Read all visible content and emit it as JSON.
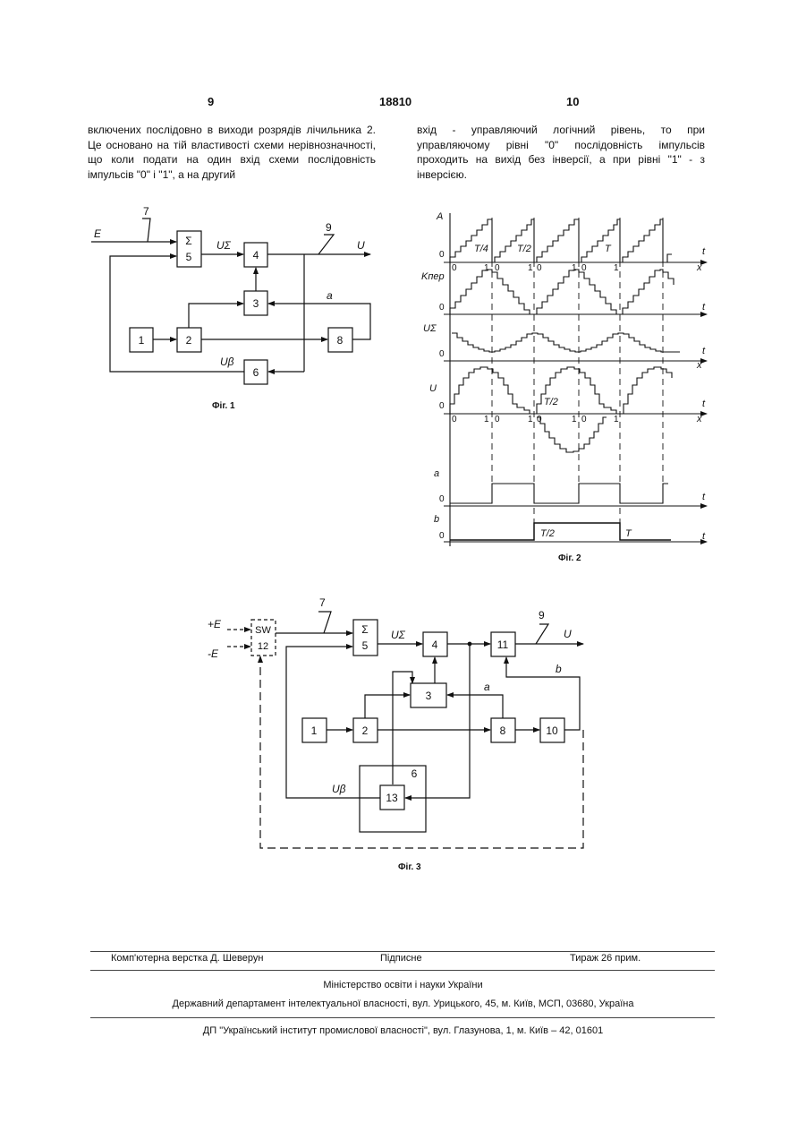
{
  "header": {
    "page_left": "9",
    "patent_number": "18810",
    "page_right": "10"
  },
  "columns": {
    "left": "включених послідовно в виходи розрядів лічильника 2. Це основано на тій властивості схеми нерівнозначності, що коли подати на один вхід схеми послідовність імпульсів \"0\" і \"1\", а на другий",
    "right": "вхід - управляючий логічний рівень, то при управляючому рівні \"0\" послідовність імпульсів проходить на вихід без інверсії, а при рівні \"1\" - з інверсією."
  },
  "fig1": {
    "caption": "Фіг. 1",
    "labels": {
      "input": "E",
      "line7": "7",
      "line9": "9",
      "usum": "UΣ",
      "output": "U",
      "a": "a",
      "ubeta": "Uβ",
      "sigma": "Σ"
    },
    "blocks": [
      "5",
      "4",
      "3",
      "1",
      "2",
      "8",
      "6"
    ]
  },
  "fig2": {
    "caption": "Фіг. 2",
    "labels": {
      "A": "A",
      "Kper": "Kпер",
      "Usum": "UΣ",
      "U": "U",
      "a": "a",
      "b": "b",
      "t": "t",
      "x": "x",
      "zero": "0",
      "one": "1",
      "T4": "T/4",
      "T2": "T/2",
      "T": "T"
    }
  },
  "fig3": {
    "caption": "Фіг. 3",
    "labels": {
      "plusE": "+E",
      "minusE": "-E",
      "sw": "SW",
      "line7": "7",
      "line9": "9",
      "usum": "UΣ",
      "output": "U",
      "a": "a",
      "b": "b",
      "ubeta": "Uβ",
      "sigma": "Σ"
    },
    "blocks": [
      "12",
      "5",
      "4",
      "11",
      "3",
      "1",
      "2",
      "8",
      "10",
      "6",
      "13"
    ]
  },
  "footer": {
    "left": "Комп'ютерна верстка Д. Шеверун",
    "center": "Підписне",
    "right": "Тираж 26 прим.",
    "ministry": "Міністерство освіти і науки України",
    "department": "Державний департамент інтелектуальної власності, вул. Урицького, 45, м. Київ, МСП, 03680, Україна",
    "institute": "ДП \"Український інститут промислової власності\", вул. Глазунова, 1, м. Київ – 42, 01601"
  }
}
